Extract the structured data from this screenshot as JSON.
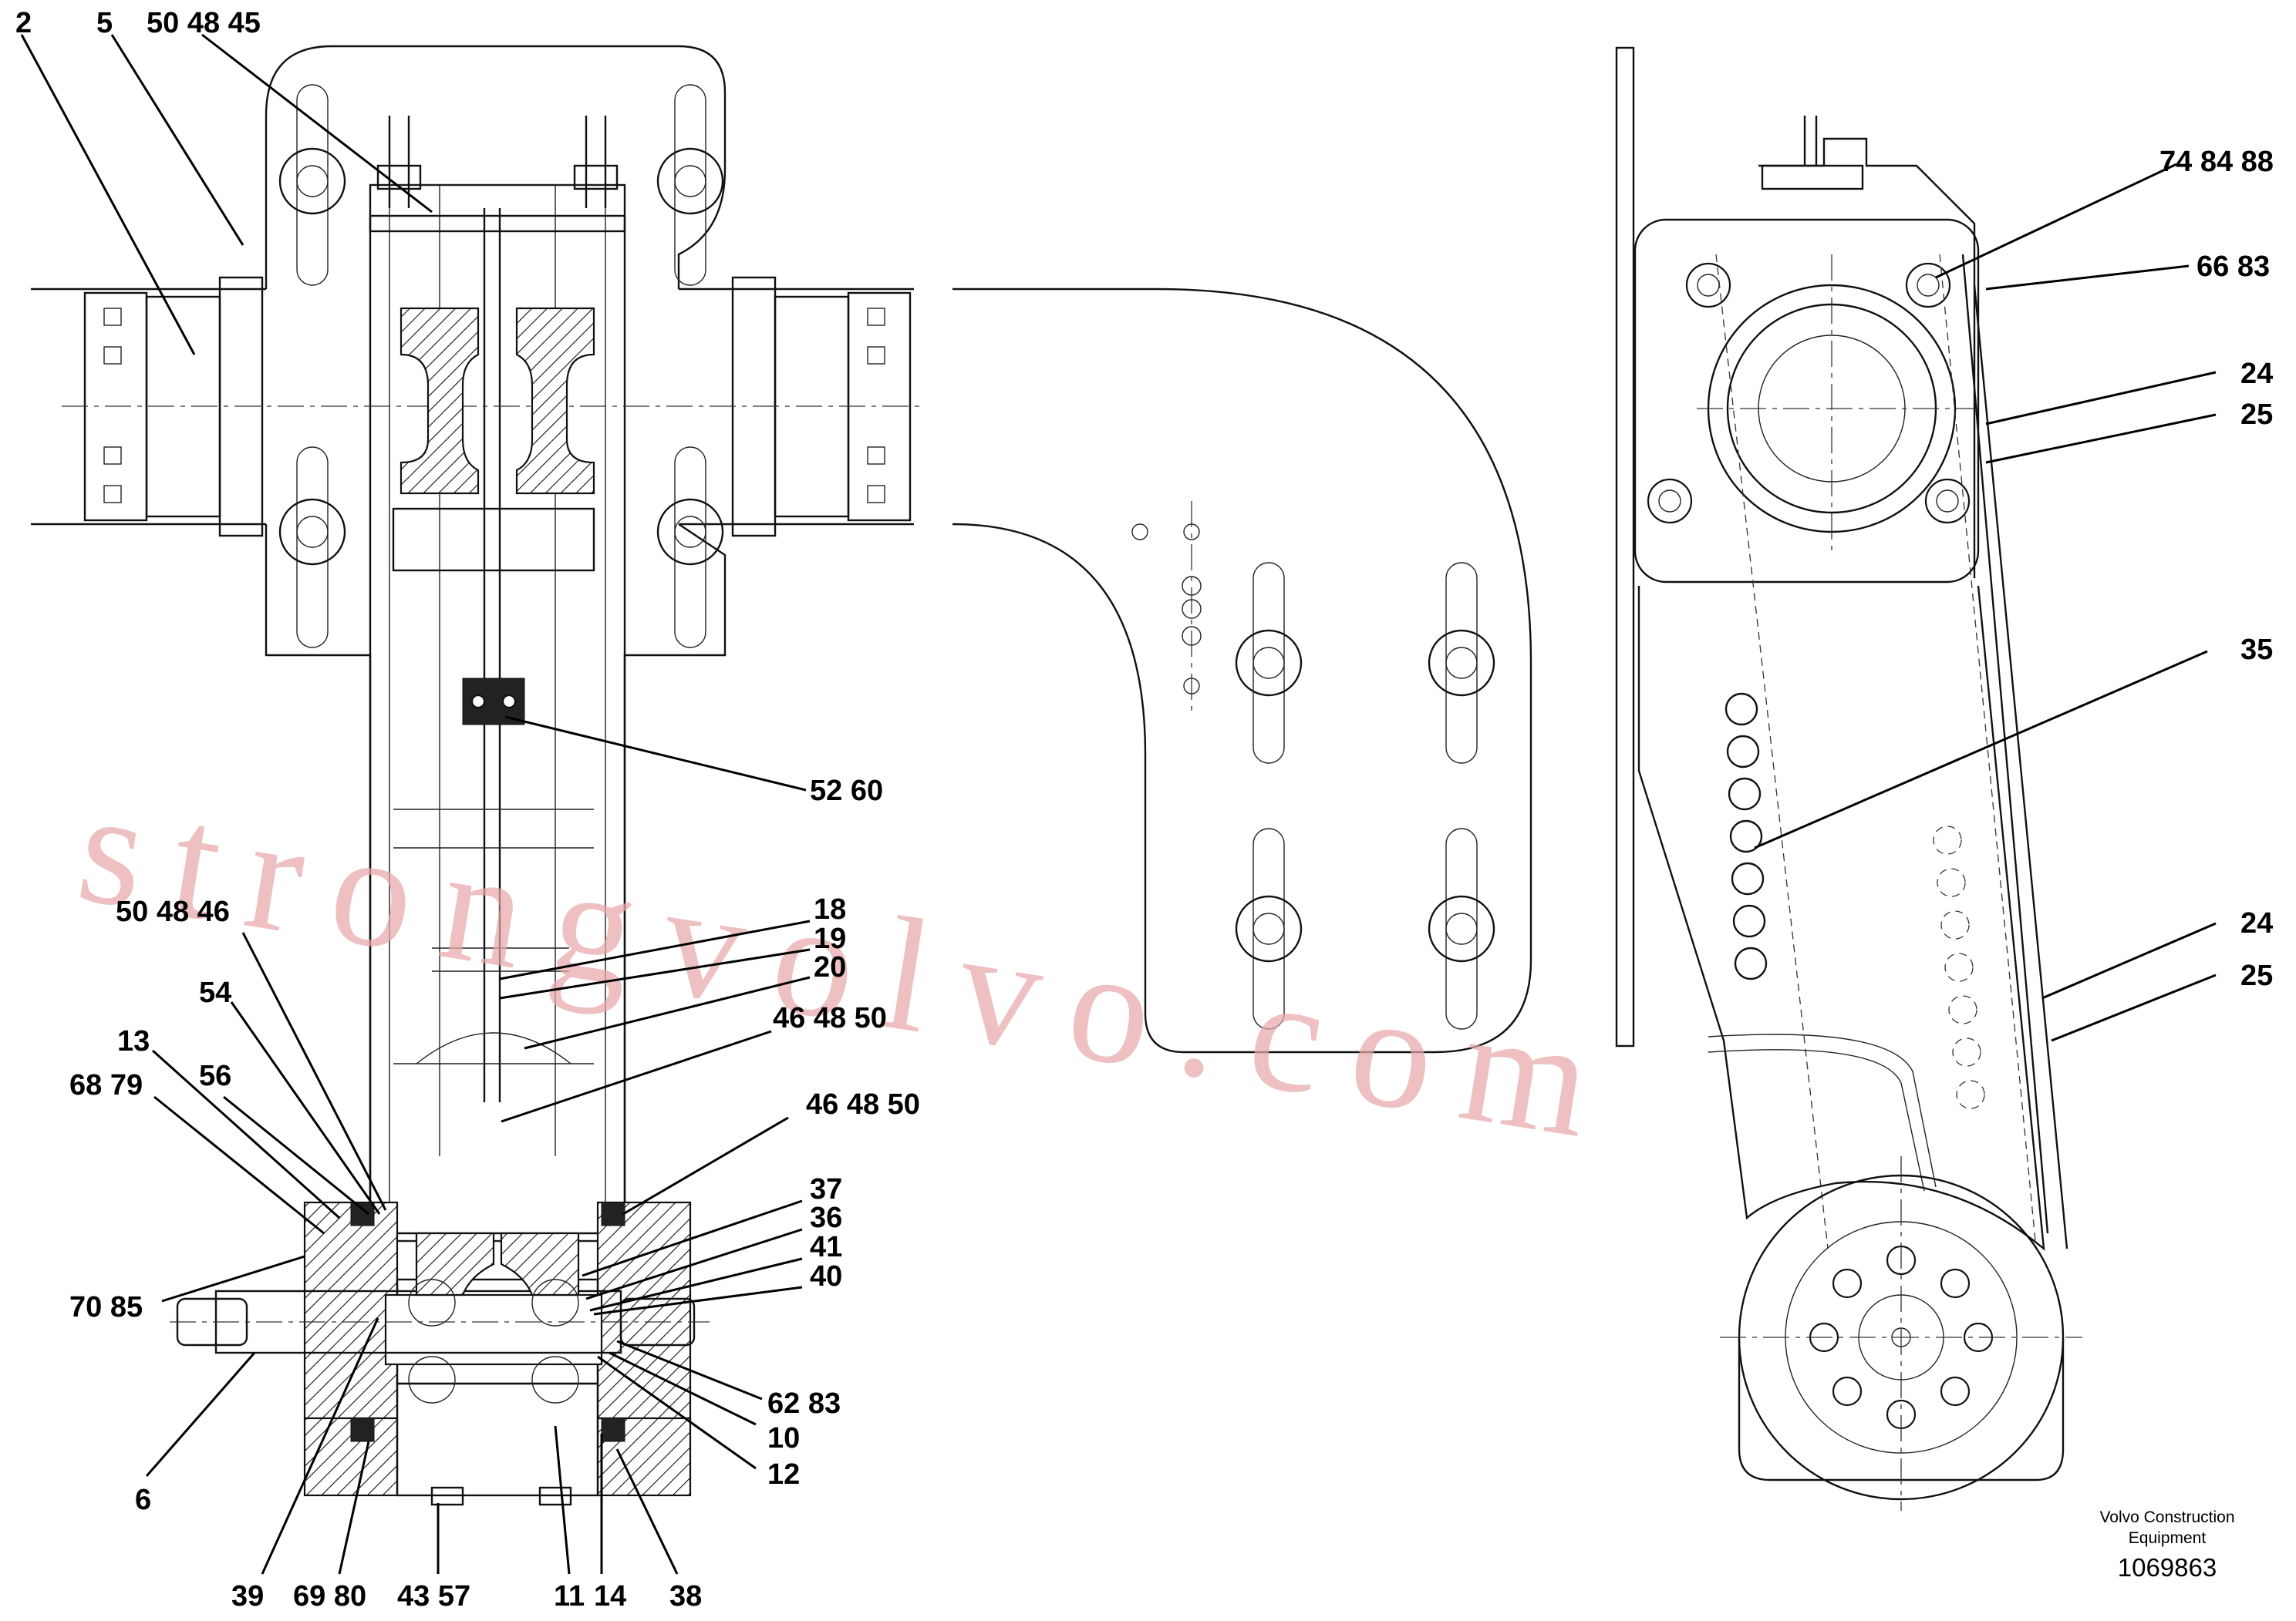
{
  "callouts": [
    {
      "id": "c-2",
      "text": "2"
    },
    {
      "id": "c-5",
      "text": "5"
    },
    {
      "id": "c-50-48-45",
      "text": "50 48 45"
    },
    {
      "id": "c-52-60",
      "text": "52 60"
    },
    {
      "id": "c-50-48-46",
      "text": "50 48 46"
    },
    {
      "id": "c-18",
      "text": "18"
    },
    {
      "id": "c-19",
      "text": "19"
    },
    {
      "id": "c-20",
      "text": "20"
    },
    {
      "id": "c-54",
      "text": "54"
    },
    {
      "id": "c-46-48-50-a",
      "text": "46 48 50"
    },
    {
      "id": "c-13",
      "text": "13"
    },
    {
      "id": "c-56",
      "text": "56"
    },
    {
      "id": "c-68-79",
      "text": "68 79"
    },
    {
      "id": "c-46-48-50-b",
      "text": "46 48 50"
    },
    {
      "id": "c-37",
      "text": "37"
    },
    {
      "id": "c-36",
      "text": "36"
    },
    {
      "id": "c-41",
      "text": "41"
    },
    {
      "id": "c-40",
      "text": "40"
    },
    {
      "id": "c-70-85",
      "text": "70 85"
    },
    {
      "id": "c-62-83",
      "text": "62 83"
    },
    {
      "id": "c-10",
      "text": "10"
    },
    {
      "id": "c-12",
      "text": "12"
    },
    {
      "id": "c-6",
      "text": "6"
    },
    {
      "id": "c-39",
      "text": "39"
    },
    {
      "id": "c-69-80",
      "text": "69 80"
    },
    {
      "id": "c-43-57",
      "text": "43 57"
    },
    {
      "id": "c-11",
      "text": "11"
    },
    {
      "id": "c-14",
      "text": "14"
    },
    {
      "id": "c-38",
      "text": "38"
    },
    {
      "id": "c-74-84-88",
      "text": "74 84 88"
    },
    {
      "id": "c-66-83",
      "text": "66 83"
    },
    {
      "id": "c-24-a",
      "text": "24"
    },
    {
      "id": "c-25-a",
      "text": "25"
    },
    {
      "id": "c-35",
      "text": "35"
    },
    {
      "id": "c-24-b",
      "text": "24"
    },
    {
      "id": "c-25-b",
      "text": "25"
    }
  ],
  "footer": {
    "company_line1": "Volvo Construction",
    "company_line2": "Equipment",
    "drawing_number": "1069863"
  },
  "watermark": {
    "text": "strongvolvo.com",
    "color": "#e7a7aa"
  }
}
